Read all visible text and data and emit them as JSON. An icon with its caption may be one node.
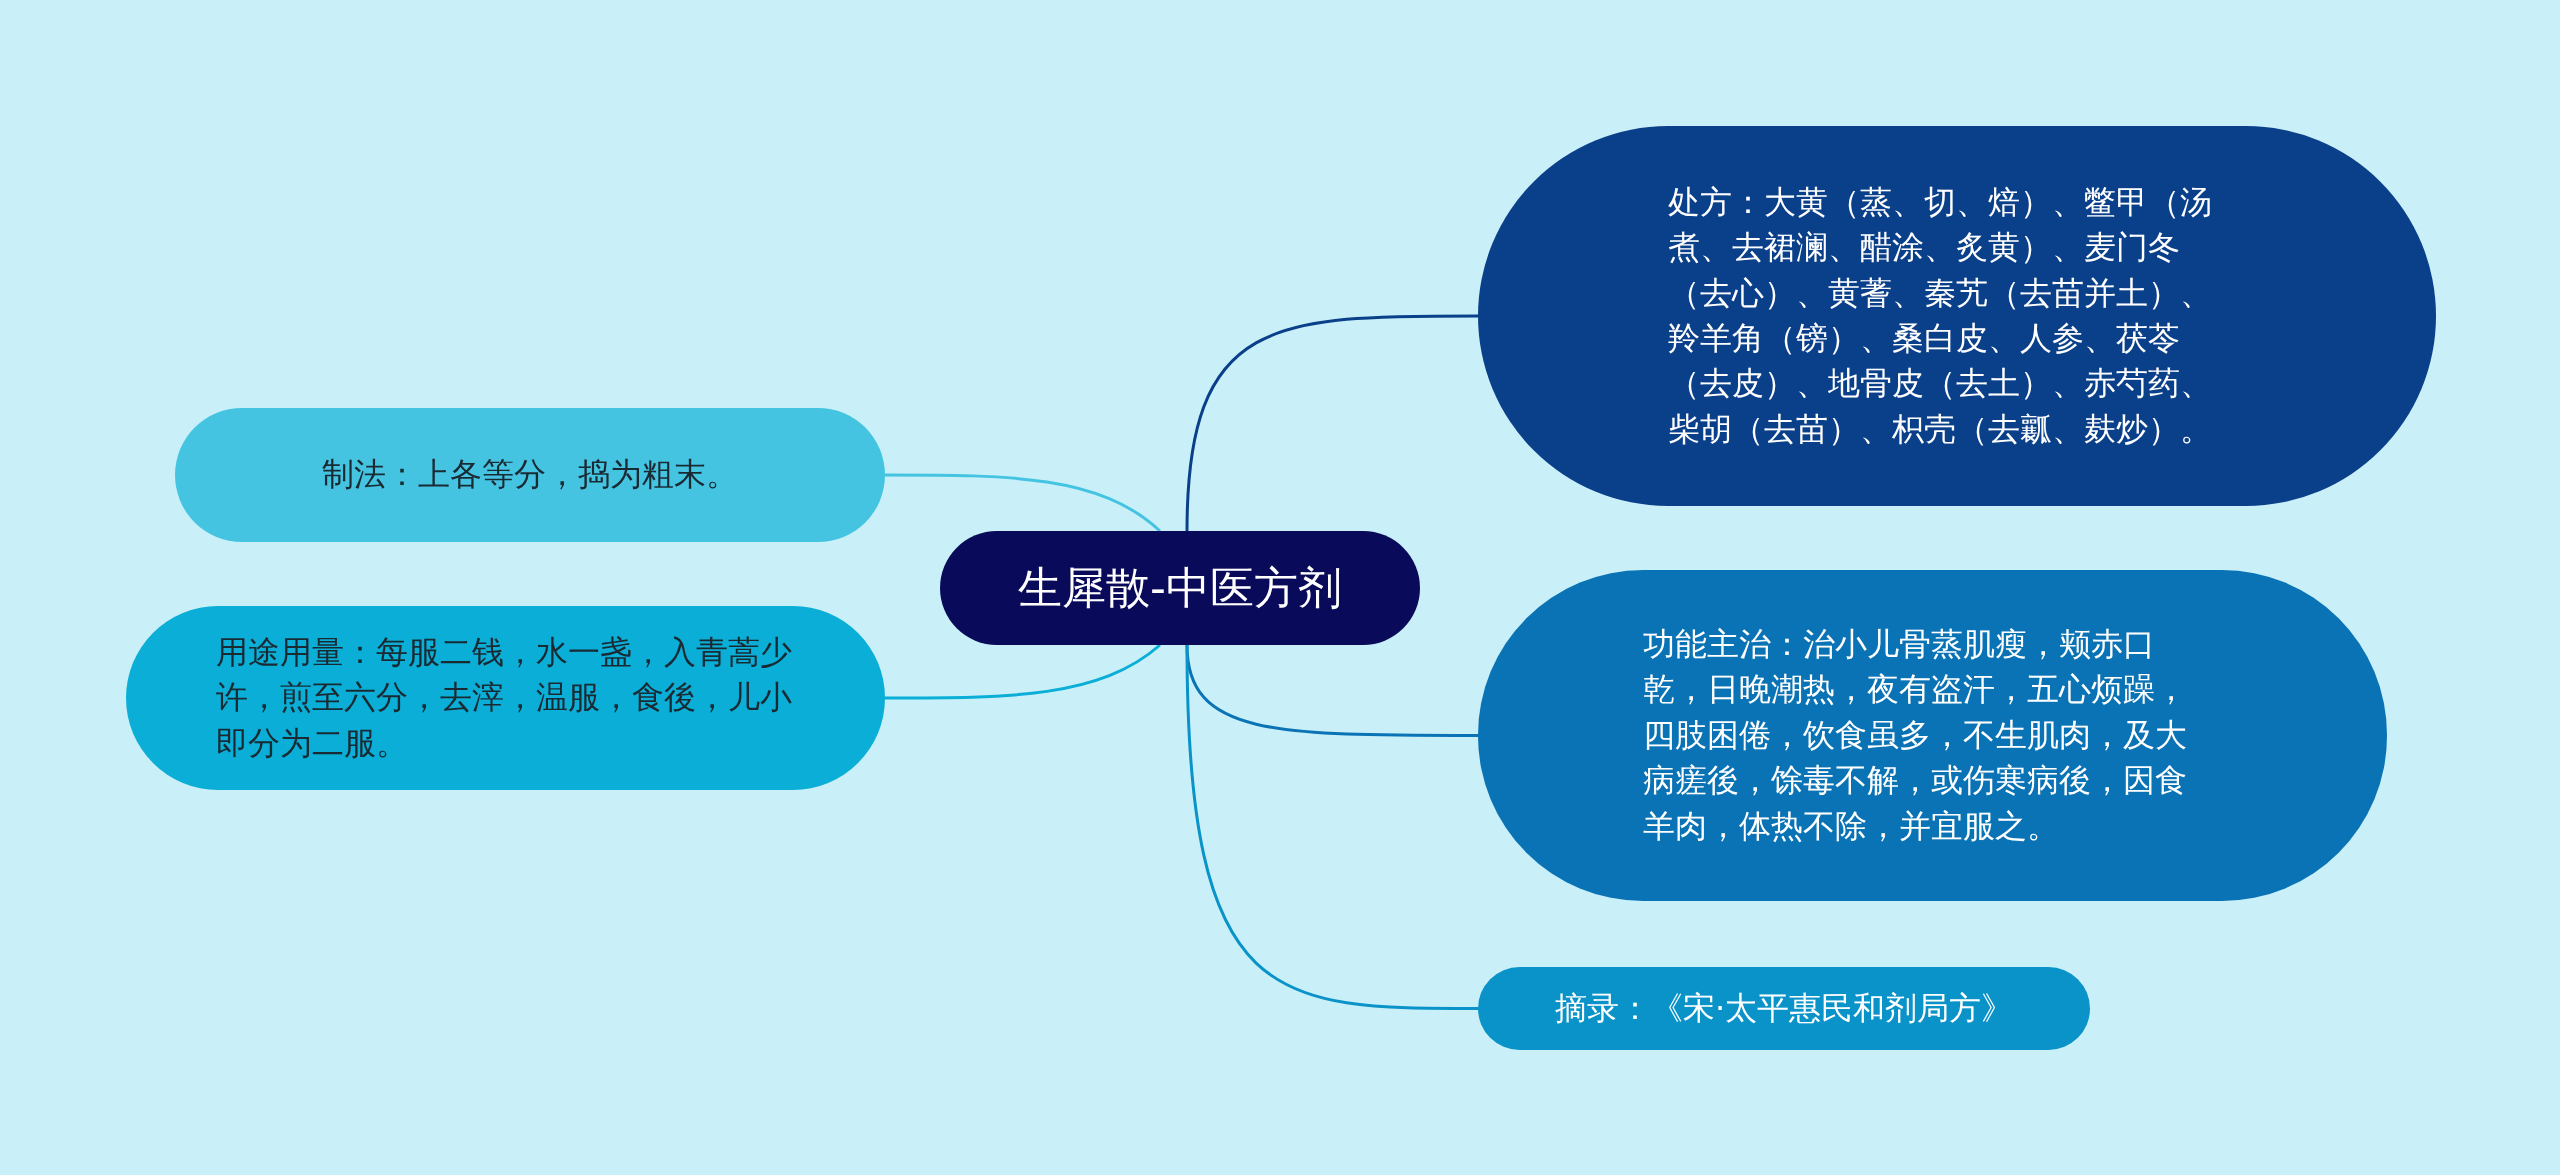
{
  "diagram": {
    "nodes": [
      {
        "text": [
          "生犀散-中医方剂"
        ]
      },
      {
        "text": [
          "制法：上各等分，捣为粗末。"
        ]
      },
      {
        "text": [
          "用途用量：每服二钱，水一盏，入青蒿少许，煎至六分，去滓，温服，食後，儿小即分为二服。"
        ]
      },
      {
        "text": [
          "处方：大黄（蒸、切、焙）、鳖甲（汤煮、去裙澜、醋涂、炙黄）、麦门冬（去心）、黄蓍、秦艽（去苗并土）、羚羊角（镑）、桑白皮、人参、茯苓（去皮）、地骨皮（去土）、赤芍药、柴胡（去苗）、枳壳（去瓤、麸炒）。"
        ]
      },
      {
        "text": [
          "功能主治：治小儿骨蒸肌瘦，颊赤口乾，日晚潮热，夜有盗汗，五心烦躁，四肢困倦，饮食虽多，不生肌肉，及大病瘥後，馀毒不解，或伤寒病後，因食羊肉，体热不除，并宜服之。"
        ]
      },
      {
        "text": [
          "摘录：《宋·太平惠民和剂局方》"
        ]
      }
    ],
    "edges": [
      {
        "from": 0,
        "to": 1,
        "arrow": "none",
        "color": "#45c4e2"
      },
      {
        "from": 0,
        "to": 2,
        "arrow": "none",
        "color": "#0aaed6"
      },
      {
        "from": 0,
        "to": 3,
        "arrow": "none",
        "color": "#0a3f8a"
      },
      {
        "from": 0,
        "to": 4,
        "arrow": "none",
        "color": "#0a73b5"
      },
      {
        "from": 0,
        "to": 5,
        "arrow": "none",
        "color": "#0a93c8"
      }
    ]
  }
}
